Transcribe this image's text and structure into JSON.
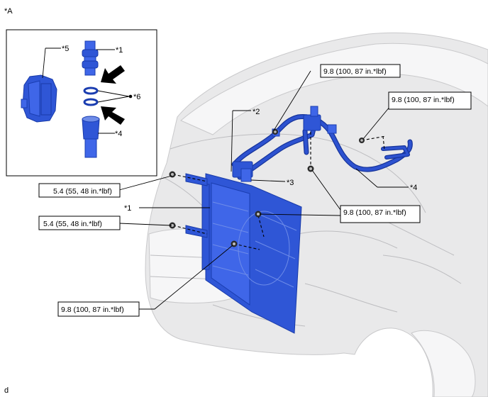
{
  "figure_label": "*A",
  "footer_label": "d",
  "callouts": {
    "c1_inset": "*1",
    "c4_inset": "*4",
    "c5": "*5",
    "c6": "*6",
    "c2": "*2",
    "c3": "*3",
    "c4_main": "*4",
    "c1_main": "*1"
  },
  "torques": {
    "t_top_center": "9.8 (100, 87 in.*lbf)",
    "t_top_right": "9.8 (100, 87 in.*lbf)",
    "t_left_upper": "5.4 (55, 48 in.*lbf)",
    "t_left_lower": "5.4 (55, 48 in.*lbf)",
    "t_mid_right": "9.8 (100, 87 in.*lbf)",
    "t_bottom_left": "9.8 (100, 87 in.*lbf)"
  },
  "colors": {
    "part_blue": "#2f56d6",
    "vehicle_gray": "#e9e9ea"
  },
  "icons": [
    "arrow-icon",
    "bolt-icon",
    "o-ring-icon",
    "connector-icon"
  ]
}
